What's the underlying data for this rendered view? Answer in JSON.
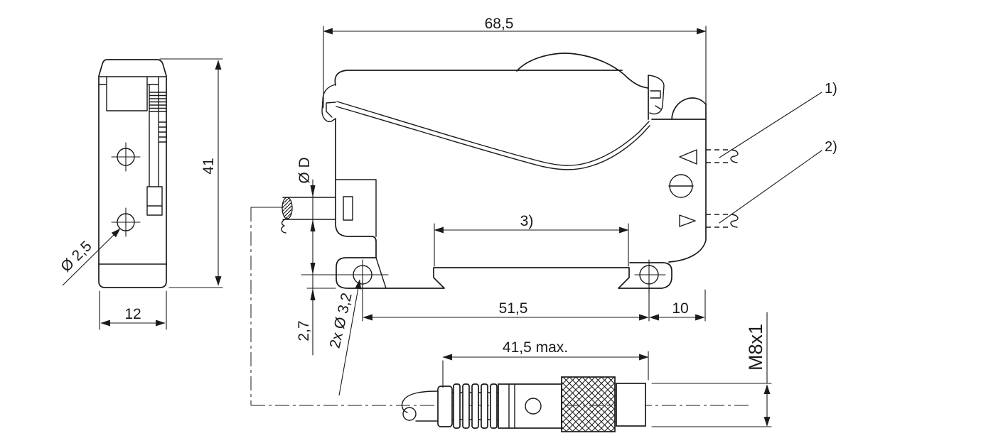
{
  "drawing": {
    "side_view": {
      "height_label": "41",
      "width_label": "12",
      "hole_label": "Ø 2,5"
    },
    "front_view": {
      "overall_width_label": "68,5",
      "fiber_diameter_label": "Ø D",
      "bottom_offset_label": "2,7",
      "mounting_holes_label": "2x Ø 3,2",
      "rail_ref_label": "3)",
      "hole_spacing_label": "51,5",
      "edge_offset_label": "10",
      "callout_1_label": "1)",
      "callout_2_label": "2)"
    },
    "connector_view": {
      "length_label": "41,5 max.",
      "thread_label": "M8x1"
    }
  },
  "colors": {
    "line": "#1a1a1a",
    "background": "#ffffff"
  }
}
